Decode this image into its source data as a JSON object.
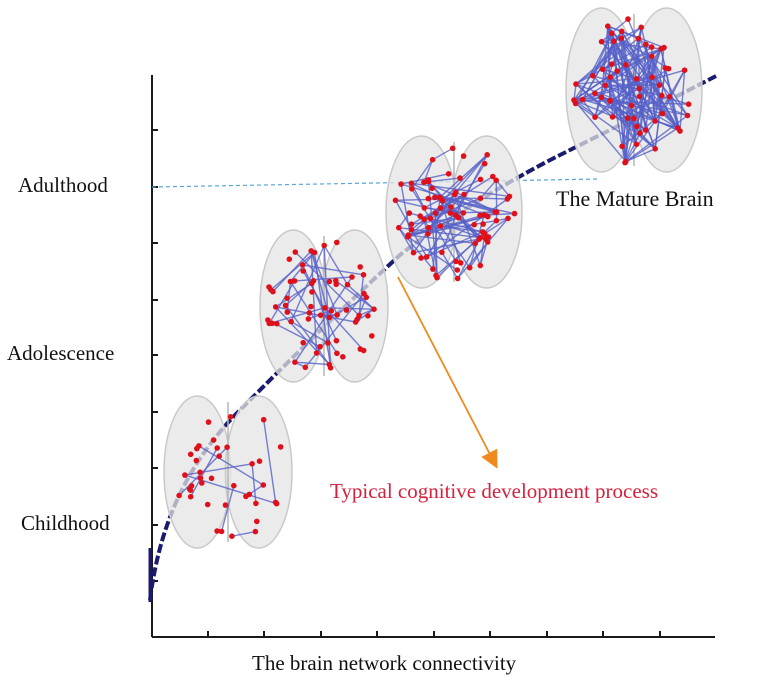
{
  "stages": [
    {
      "key": "childhood",
      "label": "Childhood",
      "connections": 10,
      "nodes": 38
    },
    {
      "key": "adolescence",
      "label": "Adolescence",
      "connections": 45,
      "nodes": 62
    },
    {
      "key": "early_adulthood",
      "label": "",
      "connections": 95,
      "nodes": 80
    },
    {
      "key": "adulthood",
      "label": "Adulthood",
      "connections": 160,
      "nodes": 58
    }
  ],
  "annotations": {
    "mature_brain": "The Mature Brain",
    "process": "Typical cognitive development process"
  },
  "axes": {
    "xlabel": "The brain network connectivity",
    "ylabel": ""
  },
  "colors": {
    "curve": "#1a1a6e",
    "edge": "#5560c8",
    "node": "#e0101a",
    "arrow": "#f08a1c",
    "dashed": "#5aa6d6",
    "process_text": "#d4213d",
    "brain_shell": "#c9c9c9"
  }
}
